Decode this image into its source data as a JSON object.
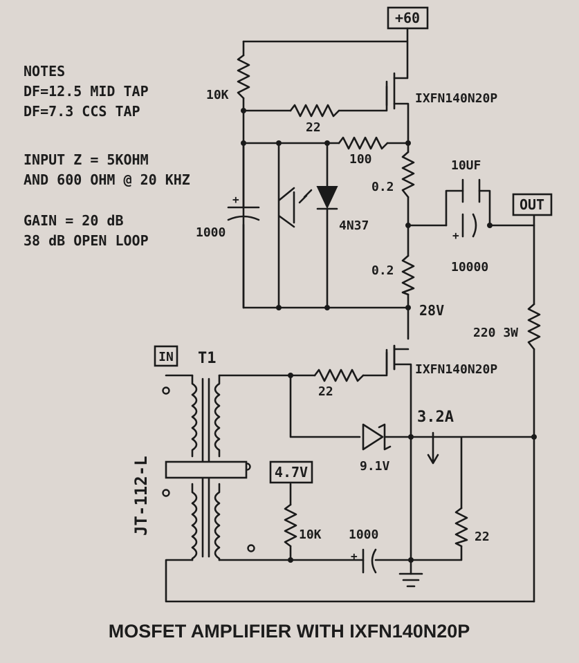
{
  "notes": {
    "heading": "NOTES",
    "df_mid": "DF=12.5 MID TAP",
    "df_ccs": "DF=7.3 CCS TAP",
    "input_z1": "INPUT Z = 5KOHM",
    "input_z2": "AND 600 OHM @ 20 KHZ",
    "gain1": "GAIN = 20 dB",
    "gain2": "38 dB OPEN LOOP"
  },
  "labels": {
    "supply": "+60",
    "r_top": "10K",
    "r_gate_top": "22",
    "mosfet_top": "IXFN140N20P",
    "r_100": "100",
    "r_02_top": "0.2",
    "r_02_bot": "0.2",
    "cap_1000_left": "1000",
    "opto": "4N37",
    "cap_10uf": "10UF",
    "cap_10000": "10000",
    "out": "OUT",
    "v28": "28V",
    "r_220": "220 3W",
    "in": "IN",
    "transformer": "T1",
    "transformer_part": "JT-112-L",
    "mosfet_bot": "IXFN140N20P",
    "r_gate_bot": "22",
    "current": "3.2A",
    "zener": "9.1V",
    "bias": "4.7V",
    "r_10k_bot": "10K",
    "cap_1000_bot": "1000",
    "r_22_right": "22"
  },
  "title": "MOSFET AMPLIFIER WITH IXFN140N20P"
}
